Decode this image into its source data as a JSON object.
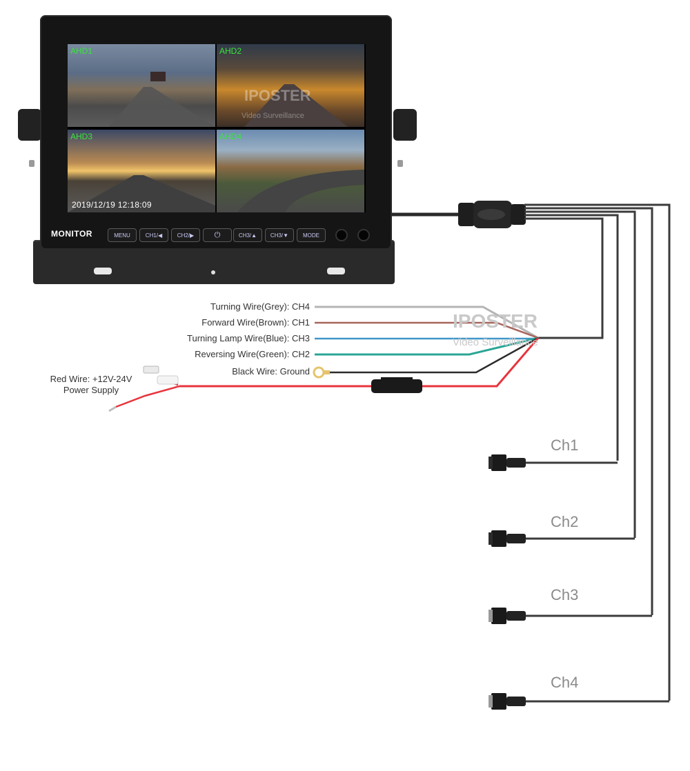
{
  "monitor": {
    "badge": "MONITOR",
    "panels": [
      {
        "label": "AHD1"
      },
      {
        "label": "AHD2"
      },
      {
        "label": "AHD3"
      },
      {
        "label": "AHD4"
      }
    ],
    "timestamp": "2019/12/19 12:18:09",
    "buttons": [
      "MENU",
      "CH1/◀",
      "CH2/▶",
      "⏻",
      "CH3/▲",
      "CH3/▼",
      "MODE"
    ],
    "watermark": {
      "brand": "IPOSTER",
      "tagline": "Video Surveillance"
    }
  },
  "wires": [
    {
      "label": "Turning Wire(Grey): CH4",
      "color": "#b4b4b4"
    },
    {
      "label": "Forward Wire(Brown): CH1",
      "color": "#a8645c"
    },
    {
      "label": "Turning Lamp Wire(Blue): CH3",
      "color": "#3f96c8"
    },
    {
      "label": "Reversing Wire(Green): CH2",
      "color": "#2aa595"
    },
    {
      "label": "Black Wire: Ground",
      "color": "#2b2b2b"
    }
  ],
  "power": {
    "label_line1": "Red Wire: +12V-24V",
    "label_line2": "Power Supply",
    "color": "#e8343c"
  },
  "watermark": {
    "brand": "IPOSTER",
    "tagline": "Video Surveillance"
  },
  "channels": [
    "Ch1",
    "Ch2",
    "Ch3",
    "Ch4"
  ]
}
